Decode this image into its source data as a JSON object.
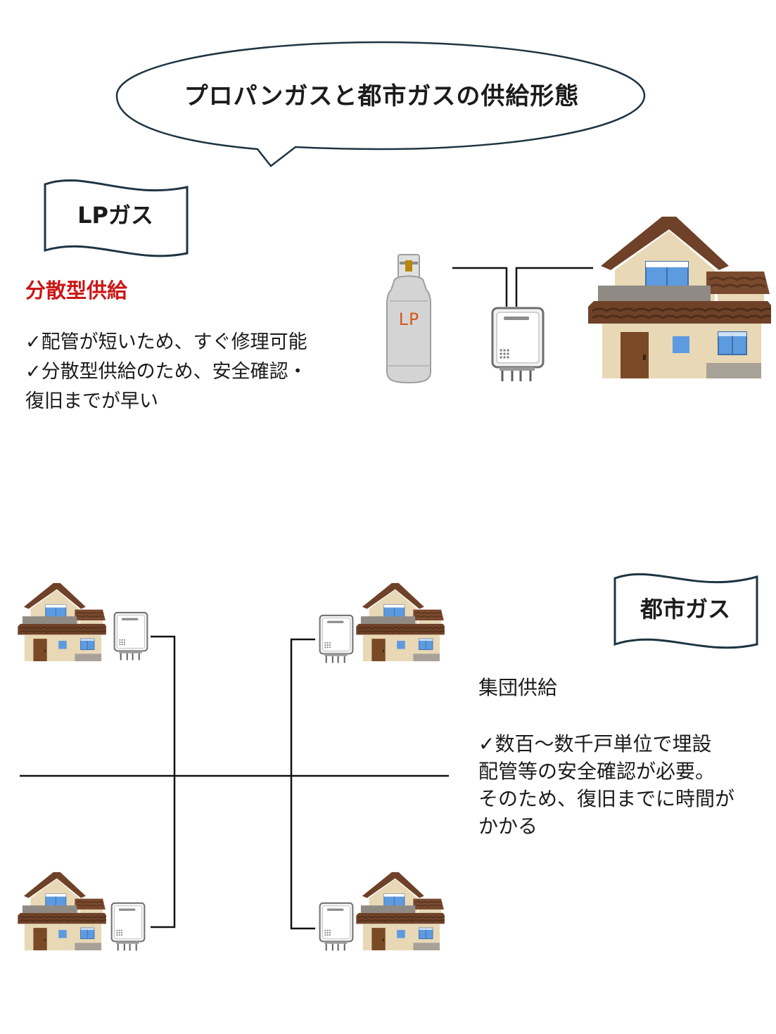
{
  "title": "プロパンガスと都市ガスの供給形態",
  "lp_section": {
    "flag_label": "LPガス",
    "supply_type": "分散型供給",
    "points": [
      "✓配管が短いため、すぐ修理可能",
      "✓分散型供給のため、安全確認・",
      "復旧までが早い"
    ],
    "cylinder_label": "LP"
  },
  "city_section": {
    "flag_label": "都市ガス",
    "supply_type": "集団供給",
    "points": [
      "✓数百～数千戸単位で埋設",
      "配管等の安全確認が必要。",
      "そのため、復旧までに時間が",
      "かかる"
    ]
  },
  "colors": {
    "outline": "#1f3442",
    "red_heading": "#cc1616",
    "roof": "#6e4128",
    "wall": "#e8d8b6",
    "window": "#5d9be0",
    "door": "#7a4a26",
    "cylinder": "#d7d7d7",
    "heater": "#f2f2f2"
  },
  "icons": [
    "speech-bubble",
    "flag-banner",
    "gas-cylinder-icon",
    "water-heater-icon",
    "house-icon"
  ]
}
